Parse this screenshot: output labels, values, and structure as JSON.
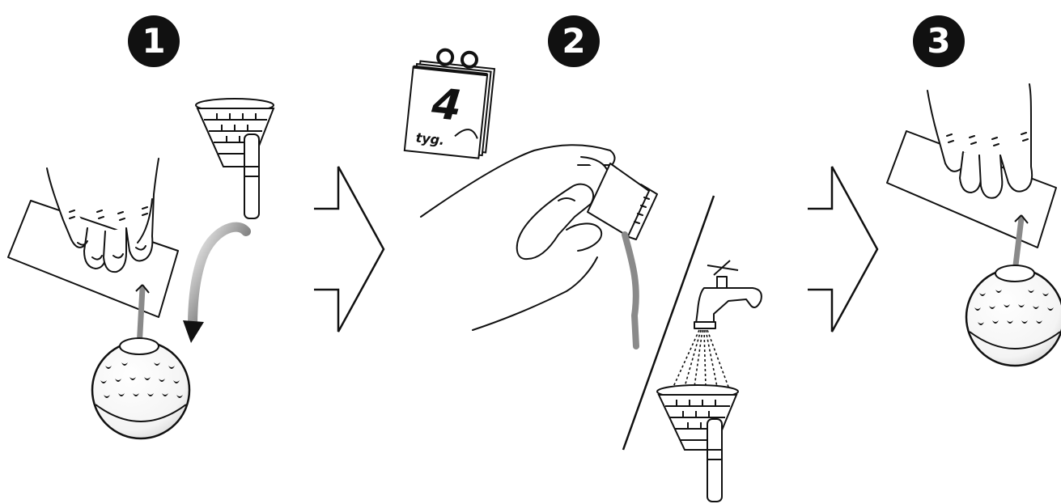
{
  "steps": [
    {
      "number": "1"
    },
    {
      "number": "2"
    },
    {
      "number": "3"
    }
  ],
  "calendar": {
    "number": "4",
    "label": "tyg."
  },
  "colors": {
    "ink": "#111111",
    "background": "#ffffff",
    "liquid": "#8a8a8a"
  }
}
